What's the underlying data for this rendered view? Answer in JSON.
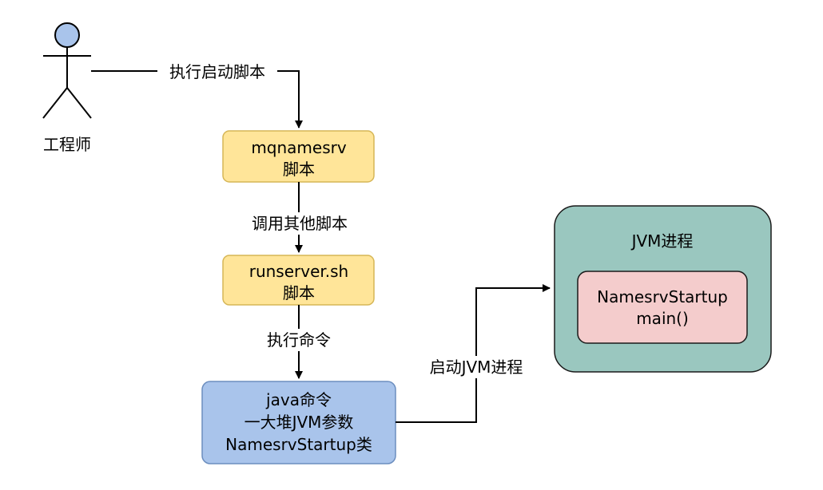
{
  "actor": {
    "label": "工程师"
  },
  "nodes": {
    "mqnamesrv": {
      "lines": [
        "mqnamesrv",
        "脚本"
      ]
    },
    "runserver": {
      "lines": [
        "runserver.sh",
        "脚本"
      ]
    },
    "java_cmd": {
      "lines": [
        "java命令",
        "一大堆JVM参数",
        "NamesrvStartup类"
      ]
    },
    "jvm_process": {
      "title": "JVM进程"
    },
    "startup_main": {
      "lines": [
        "NamesrvStartup",
        "main()"
      ]
    }
  },
  "edges": {
    "engineer_to_mqnamesrv": "执行启动脚本",
    "mqnamesrv_to_runserver": "调用其他脚本",
    "runserver_to_java": "执行命令",
    "java_to_jvm": "启动JVM进程"
  },
  "colors": {
    "script_fill": "#ffe599",
    "script_stroke": "#d6b656",
    "java_fill": "#a9c4eb",
    "java_stroke": "#6c8ebf",
    "jvm_fill": "#9ac7bf",
    "jvm_stroke": "#1a1a1a",
    "main_fill": "#f4cccc",
    "main_stroke": "#1a1a1a",
    "actor_head_fill": "#a9c4eb"
  }
}
